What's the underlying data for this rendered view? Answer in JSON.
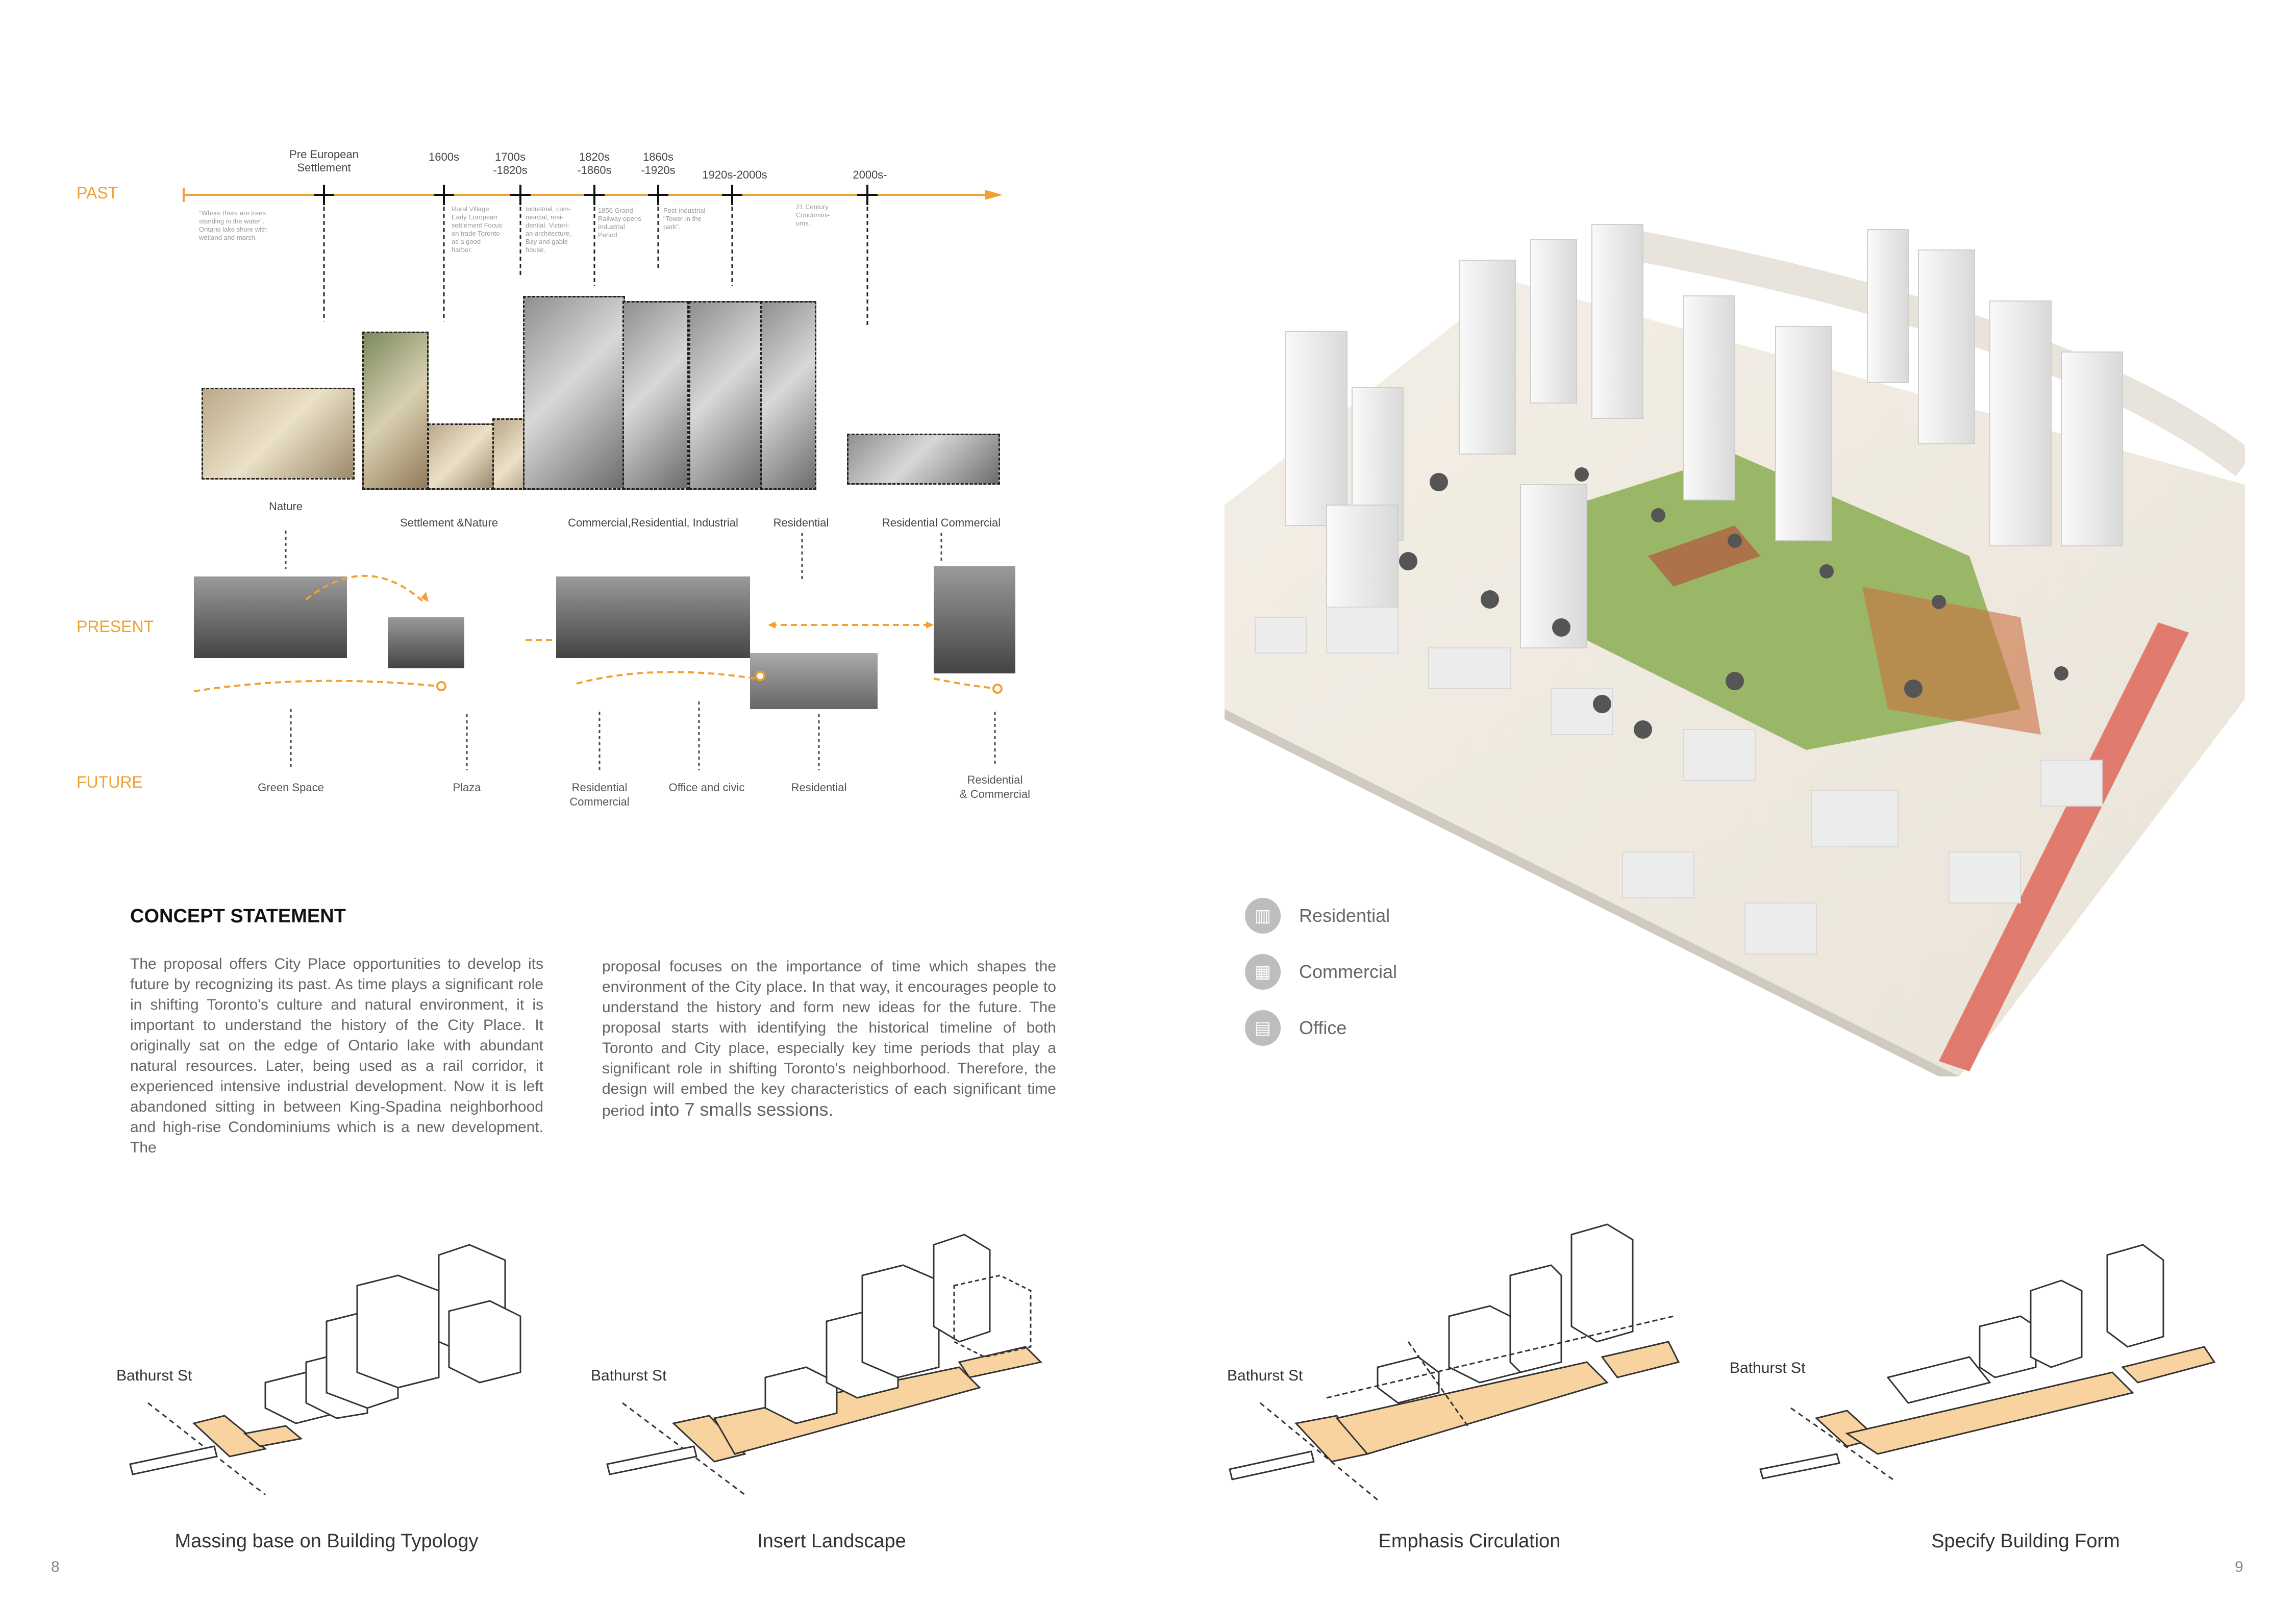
{
  "timeline": {
    "rows": {
      "past": "PAST",
      "present": "PRESENT",
      "future": "FUTURE"
    },
    "eras": [
      {
        "label": "Pre European\nSettlement",
        "note": "\"Where there are trees\nstanding in the water\".\nOntario lake shore with\nwetland and marsh."
      },
      {
        "label": "1600s",
        "note": "Rural Village.\nEarly European\nsettlement Focus\non trade Toronto\nas a good\nharbor."
      },
      {
        "label": "1700s\n-1820s",
        "note": "Industrial, com-\nmercial, resi-\ndential. Victori-\nan architecture,\nBay and gable\nhouse."
      },
      {
        "label": "1820s\n-1860s",
        "note": "1856 Grand\nRailway opens\nIndustrial\nPeriod."
      },
      {
        "label": "1860s\n-1920s",
        "note": "Post-industrial\n\"Tower in the\npark\"."
      },
      {
        "label": "1920s-2000s",
        "note": "21 Century\nCondomini-\nums."
      },
      {
        "label": "2000s-",
        "note": ""
      }
    ],
    "categories": [
      "Nature",
      "Settlement &Nature",
      "Commercial,Residential, Industrial",
      "Residential",
      "Residential Commercial"
    ],
    "future": [
      "Green Space",
      "Plaza",
      "Residential\nCommercial",
      "Office and civic",
      "Residential",
      "Residential\n& Commercial"
    ]
  },
  "concept": {
    "title": "CONCEPT STATEMENT",
    "col1": "The proposal offers City Place opportunities to develop its future by recognizing its past. As time plays a significant role in shifting Toronto's culture and natural environment, it is important to understand the history of the City Place. It originally sat on the edge of Ontario lake with abundant natural resources. Later, being used as a rail corridor, it experienced intensive industrial development. Now it is left abandoned sitting in between King-Spadina neighborhood and high-rise Condominiums which is a new development. The",
    "col2a": "proposal focuses on the importance of time which shapes the environment of the City place. In that way, it encourages people to understand the history and form new ideas for the future. The proposal starts with identifying the historical timeline of both Toronto and City place, especially key time periods that play a significant role in shifting Toronto's neighborhood. Therefore, the design will embed the key characteristics of each significant time period",
    "col2b": " into 7 smalls sessions."
  },
  "legend": [
    {
      "label": "Residential",
      "icon": "residential-icon"
    },
    {
      "label": "Commercial",
      "icon": "commercial-icon"
    },
    {
      "label": "Office",
      "icon": "office-icon"
    }
  ],
  "diagrams": [
    {
      "street": "Bathurst St",
      "caption": "Massing base on Building Typology"
    },
    {
      "street": "Bathurst St",
      "caption": "Insert Landscape"
    },
    {
      "street": "Bathurst St",
      "caption": "Emphasis Circulation"
    },
    {
      "street": "Bathurst St",
      "caption": "Specify Building Form"
    }
  ],
  "pages": {
    "left": "8",
    "right": "9"
  },
  "colors": {
    "accent": "#f2a033",
    "land": "#f8d3a0",
    "path": "#e07a6e"
  }
}
